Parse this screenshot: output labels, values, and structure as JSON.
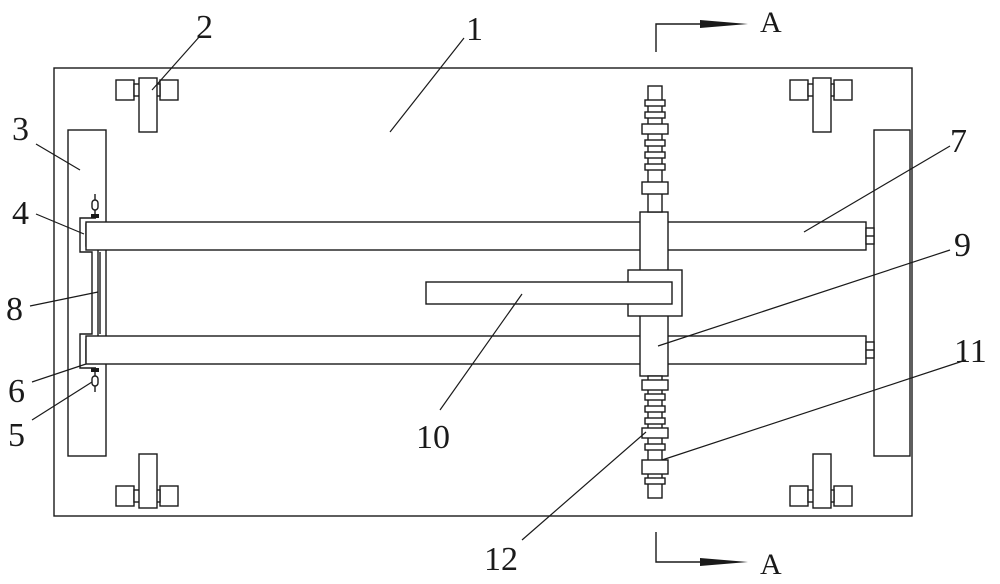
{
  "labels": {
    "l1": "1",
    "l2": "2",
    "l3": "3",
    "l4": "4",
    "l5": "5",
    "l6": "6",
    "l7": "7",
    "l8": "8",
    "l9": "9",
    "l10": "10",
    "l11": "11",
    "l12": "12"
  },
  "section": {
    "top": "A",
    "bottom": "A"
  },
  "colors": {
    "stroke": "#1a1a1a",
    "background": "#ffffff"
  }
}
